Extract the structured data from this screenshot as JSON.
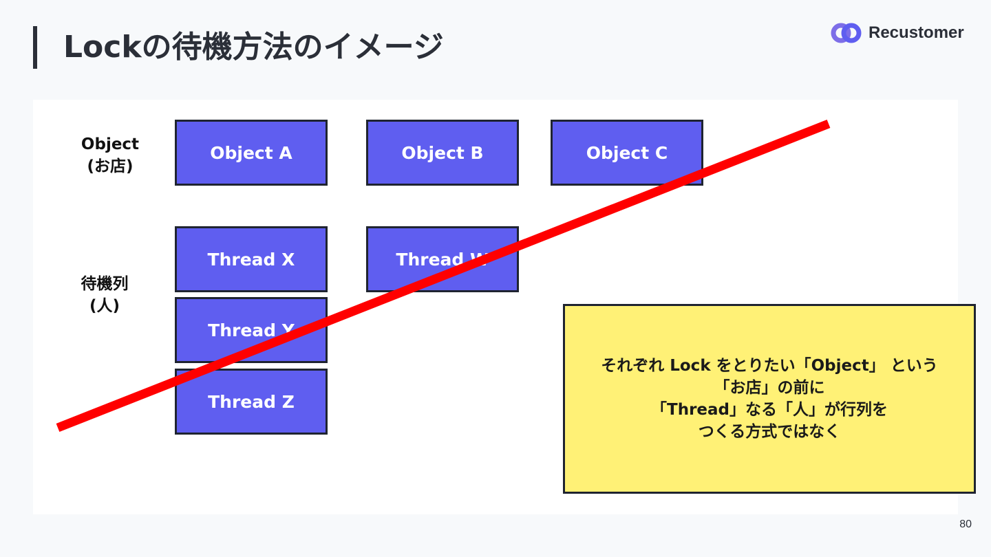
{
  "slide": {
    "title": "Lockの待機方法のイメージ",
    "page_number": "80"
  },
  "logo": {
    "text": "Recustomer",
    "colors": [
      "#5f5ef0",
      "#a77be0"
    ]
  },
  "labels": {
    "objects": "Object\n(お店)",
    "queue": "待機列\n(人)"
  },
  "objects": [
    "Object A",
    "Object B",
    "Object C"
  ],
  "threads": [
    "Thread X",
    "Thread Y",
    "Thread Z",
    "Thread W"
  ],
  "note": {
    "lines": [
      "それぞれ Lock をとりたい「Object」 という",
      "「お店」の前に",
      "「Thread」なる「人」が行列を",
      "つくる方式ではなく"
    ]
  },
  "colors": {
    "box_fill": "#5f5ef0",
    "box_border": "#1f2430",
    "note_fill": "#fff176",
    "strike_line": "#ff0000"
  }
}
